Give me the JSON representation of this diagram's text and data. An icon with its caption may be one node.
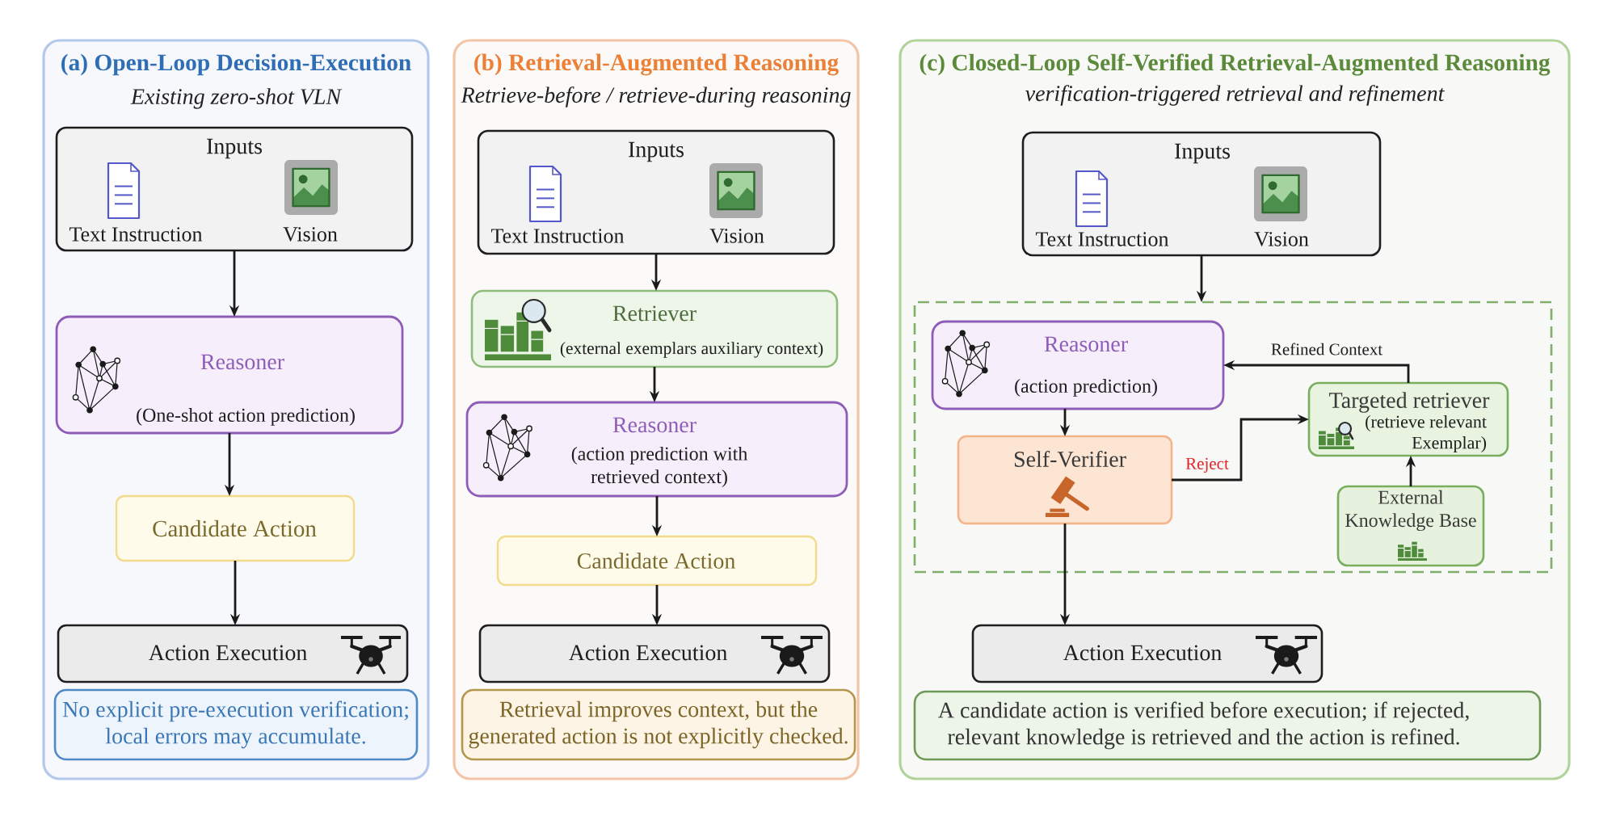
{
  "diagram": {
    "nodes": [
      {
        "text": [
          "(a) Open-Loop Decision-Execution",
          "Existing zero-shot VLN"
        ]
      },
      {
        "text": [
          "Inputs",
          "Text Instruction",
          "Vision"
        ],
        "in": 0
      },
      {
        "text": [
          "Reasoner",
          "(One-shot action prediction)"
        ],
        "in": 0
      },
      {
        "text": [
          "Candidate Action"
        ],
        "in": 0
      },
      {
        "text": [
          "Action Execution"
        ],
        "in": 0
      },
      {
        "text": [
          "No explicit pre-execution verification; local errors may accumulate."
        ],
        "in": 0
      },
      {
        "text": [
          "(b) Retrieval-Augmented Reasoning",
          "Retrieve-before / retrieve-during reasoning"
        ]
      },
      {
        "text": [
          "Inputs",
          "Text Instruction",
          "Vision"
        ],
        "in": 6
      },
      {
        "text": [
          "Retriever",
          "(external exemplars auxiliary context)"
        ],
        "in": 6
      },
      {
        "text": [
          "Reasoner",
          "(action prediction with retrieved context)"
        ],
        "in": 6
      },
      {
        "text": [
          "Candidate Action"
        ],
        "in": 6
      },
      {
        "text": [
          "Action Execution"
        ],
        "in": 6
      },
      {
        "text": [
          "Retrieval improves context, but the generated action is not explicitly checked."
        ],
        "in": 6
      },
      {
        "text": [
          "(c) Closed-Loop Self-Verified Retrieval-Augmented Reasoning",
          "verification-triggered retrieval and refinement"
        ]
      },
      {
        "text": [
          "Inputs",
          "Text Instruction",
          "Vision"
        ],
        "in": 13
      },
      {
        "text": [],
        "shape": "box",
        "in": 13
      },
      {
        "text": [
          "Reasoner",
          "(action prediction)"
        ],
        "in": 15
      },
      {
        "text": [
          "Self-Verifier"
        ],
        "in": 15
      },
      {
        "text": [
          "Targeted retriever",
          "(retrieve relevant Exemplar)"
        ],
        "in": 15
      },
      {
        "text": [
          "External Knowledge Base"
        ],
        "in": 15
      },
      {
        "text": [
          "Action Execution"
        ],
        "in": 13
      },
      {
        "text": [
          "A candidate action is verified before execution; if rejected, relevant knowledge is retrieved and the action is refined."
        ],
        "in": 13
      }
    ],
    "edges": [
      {
        "from": 1,
        "to": 2,
        "arrow": "to"
      },
      {
        "from": 2,
        "to": 3,
        "arrow": "to"
      },
      {
        "from": 3,
        "to": 4,
        "arrow": "to"
      },
      {
        "from": 7,
        "to": 8,
        "arrow": "to"
      },
      {
        "from": 8,
        "to": 9,
        "arrow": "to"
      },
      {
        "from": 9,
        "to": 10,
        "arrow": "to"
      },
      {
        "from": 10,
        "to": 11,
        "arrow": "to"
      },
      {
        "from": 14,
        "to": 15,
        "arrow": "to"
      },
      {
        "from": 16,
        "to": 17,
        "arrow": "to"
      },
      {
        "from": 17,
        "to": 18,
        "arrow": "to",
        "label": "Reject"
      },
      {
        "from": 18,
        "to": 16,
        "arrow": "to",
        "label": "Refined Context"
      },
      {
        "from": 19,
        "to": 18,
        "arrow": "to"
      },
      {
        "from": 17,
        "to": 20,
        "arrow": "to"
      }
    ]
  }
}
